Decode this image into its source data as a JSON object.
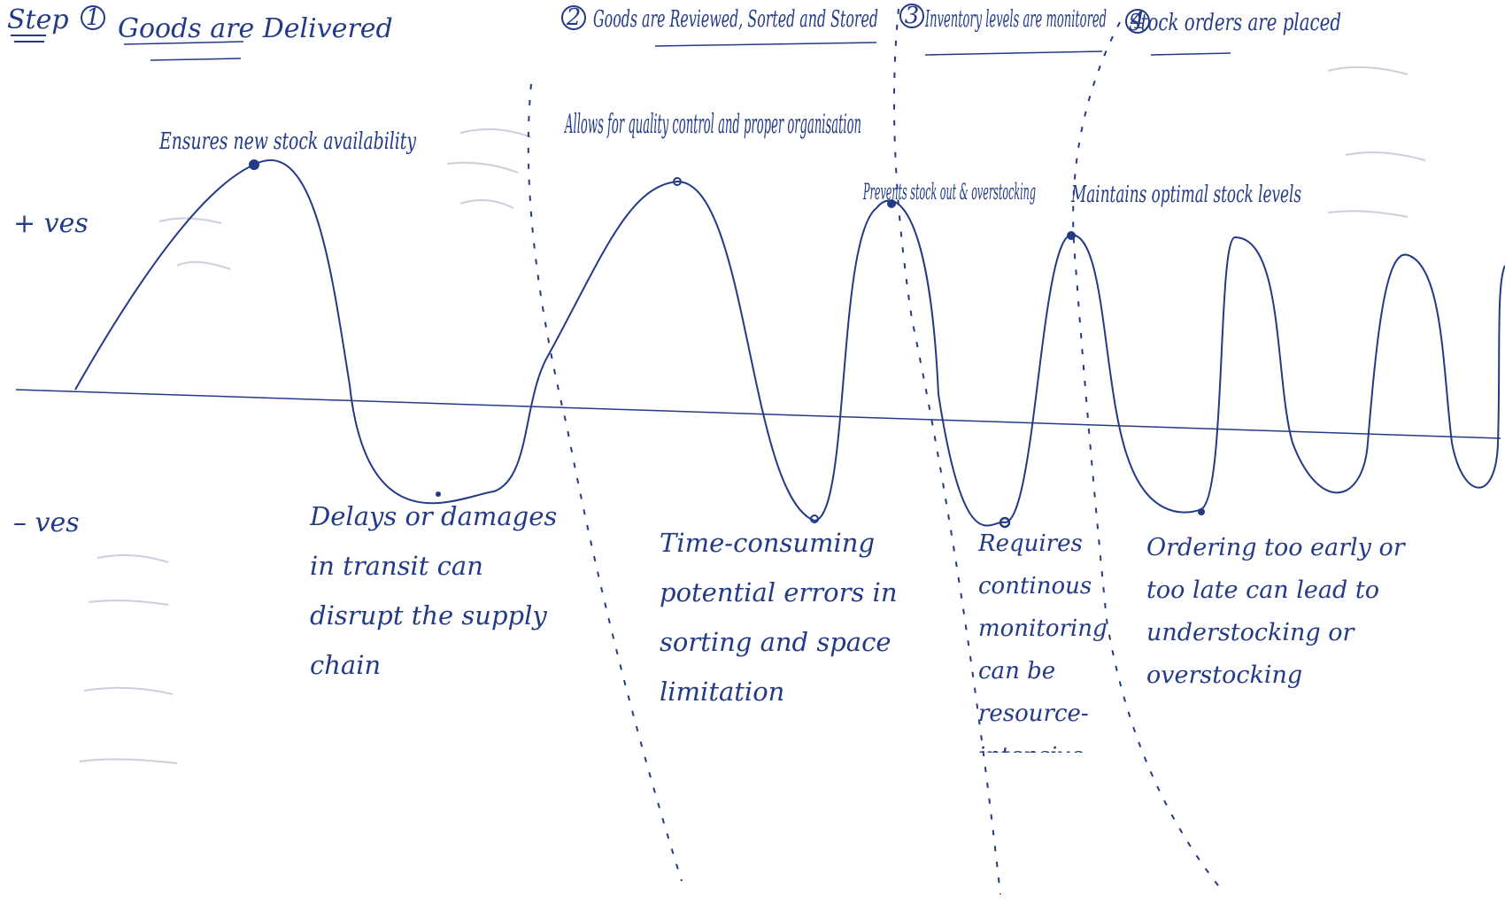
{
  "diagram": {
    "title_word": "Step",
    "axis": {
      "positive_label": "+ ves",
      "negative_label": "– ves"
    },
    "steps": [
      {
        "number": "1",
        "title": "Goods are Delivered",
        "positive": "Ensures new stock availability",
        "negative": "Delays or damages in transit can disrupt the supply chain"
      },
      {
        "number": "2",
        "title": "Goods are Reviewed, Sorted and Stored",
        "positive": "Allows for quality control and proper organisation",
        "negative": "Time-consuming potential errors in sorting and space limitation"
      },
      {
        "number": "3",
        "title": "Inventory levels are monitored",
        "positive": "Prevents stock out & overstocking",
        "negative": "Requires continous monitoring can be resource-intensive"
      },
      {
        "number": "4",
        "title": "Stock orders are placed",
        "positive": "Maintains optimal stock levels",
        "negative": "Ordering too early or too late can lead to understocking or overstocking"
      }
    ]
  },
  "colors": {
    "ink": "#233a86",
    "paper": "#ffffff",
    "ghost": "#c9cfdd"
  }
}
